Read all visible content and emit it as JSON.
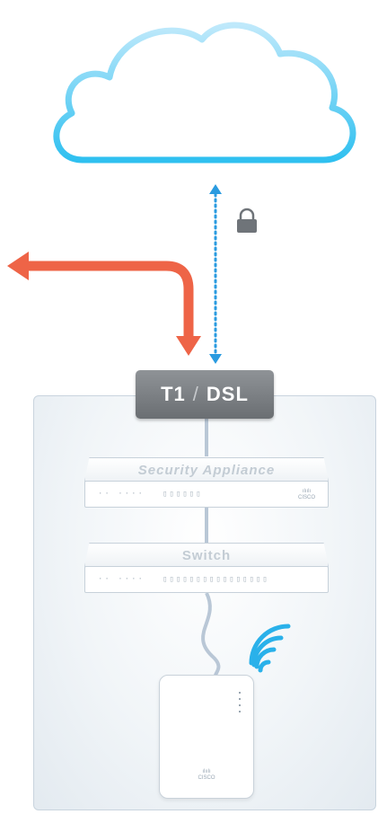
{
  "wan": {
    "label_left": "T1",
    "separator": "/",
    "label_right": "DSL"
  },
  "devices": {
    "security_appliance": {
      "label": "Security Appliance",
      "port_dots_left": "·· ····",
      "port_dots_right": "▯▯▯▯▯▯"
    },
    "switch": {
      "label": "Switch",
      "port_dots_left": "·· ····",
      "port_dots_right": "▯▯▯▯▯▯▯▯▯▯▯▯▯▯▯▯"
    }
  },
  "icons": {
    "cloud": "cloud-icon",
    "lock": "lock-icon",
    "wifi": "wifi-signal-icon",
    "internet_arrow": "arrow-left-icon"
  },
  "colors": {
    "cloud_stroke": "#48c8f2",
    "secure_link": "#2a9be0",
    "internet_arrow": "#ee6447",
    "wan_box": "#7c8084",
    "wifi": "#2ab1ea",
    "device_outline": "#c7d1da",
    "cable": "#b9c7d6"
  }
}
